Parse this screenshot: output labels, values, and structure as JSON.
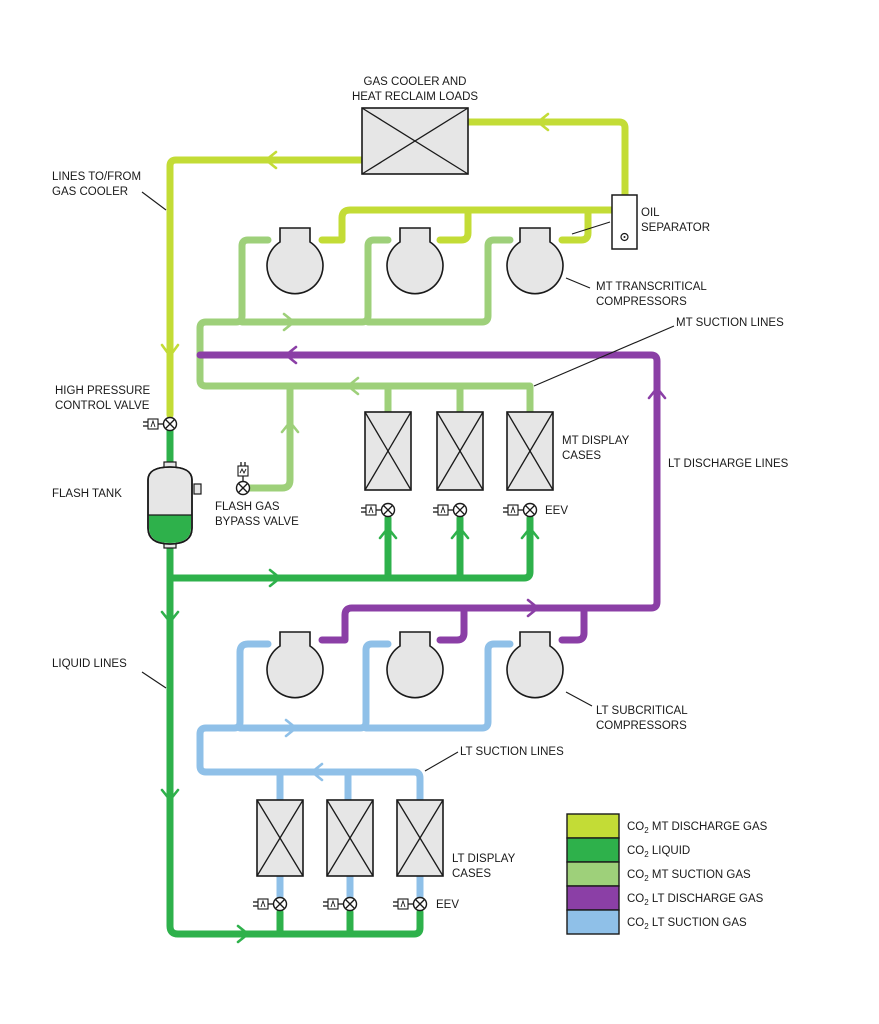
{
  "colors": {
    "mt_discharge": "#c3dc36",
    "liquid": "#2eb14b",
    "mt_suction": "#9ed07a",
    "lt_discharge": "#8b3fa6",
    "lt_suction": "#8fc0e8",
    "outline": "#1a1a1a",
    "equipment_fill": "#e6e6e6"
  },
  "labels": {
    "gas_cooler_1": "GAS COOLER AND",
    "gas_cooler_2": "HEAT RECLAIM LOADS",
    "lines_gc_1": "LINES TO/FROM",
    "lines_gc_2": "GAS COOLER",
    "oil_sep_1": "OIL",
    "oil_sep_2": "SEPARATOR",
    "mt_comp_1": "MT TRANSCRITICAL",
    "mt_comp_2": "COMPRESSORS",
    "mt_suction_lines": "MT SUCTION LINES",
    "hpcv_1": "HIGH PRESSURE",
    "hpcv_2": "CONTROL VALVE",
    "flash_tank": "FLASH TANK",
    "fgbv_1": "FLASH GAS",
    "fgbv_2": "BYPASS VALVE",
    "mt_display_1": "MT DISPLAY",
    "mt_display_2": "CASES",
    "lt_discharge_lines": "LT DISCHARGE LINES",
    "eev_mt": "EEV",
    "liquid_lines": "LIQUID LINES",
    "lt_comp_1": "LT SUBCRITICAL",
    "lt_comp_2": "COMPRESSORS",
    "lt_suction_lines": "LT SUCTION LINES",
    "lt_display_1": "LT DISPLAY",
    "lt_display_2": "CASES",
    "eev_lt": "EEV"
  },
  "legend": [
    {
      "prefix": "CO",
      "sub": "2",
      "text": " MT DISCHARGE GAS",
      "color": "#c3dc36"
    },
    {
      "prefix": "CO",
      "sub": "2",
      "text": " LIQUID",
      "color": "#2eb14b"
    },
    {
      "prefix": "CO",
      "sub": "2",
      "text": " MT SUCTION GAS",
      "color": "#9ed07a"
    },
    {
      "prefix": "CO",
      "sub": "2",
      "text": " LT DISCHARGE GAS",
      "color": "#8b3fa6"
    },
    {
      "prefix": "CO",
      "sub": "2",
      "text": " LT SUCTION GAS",
      "color": "#8fc0e8"
    }
  ]
}
